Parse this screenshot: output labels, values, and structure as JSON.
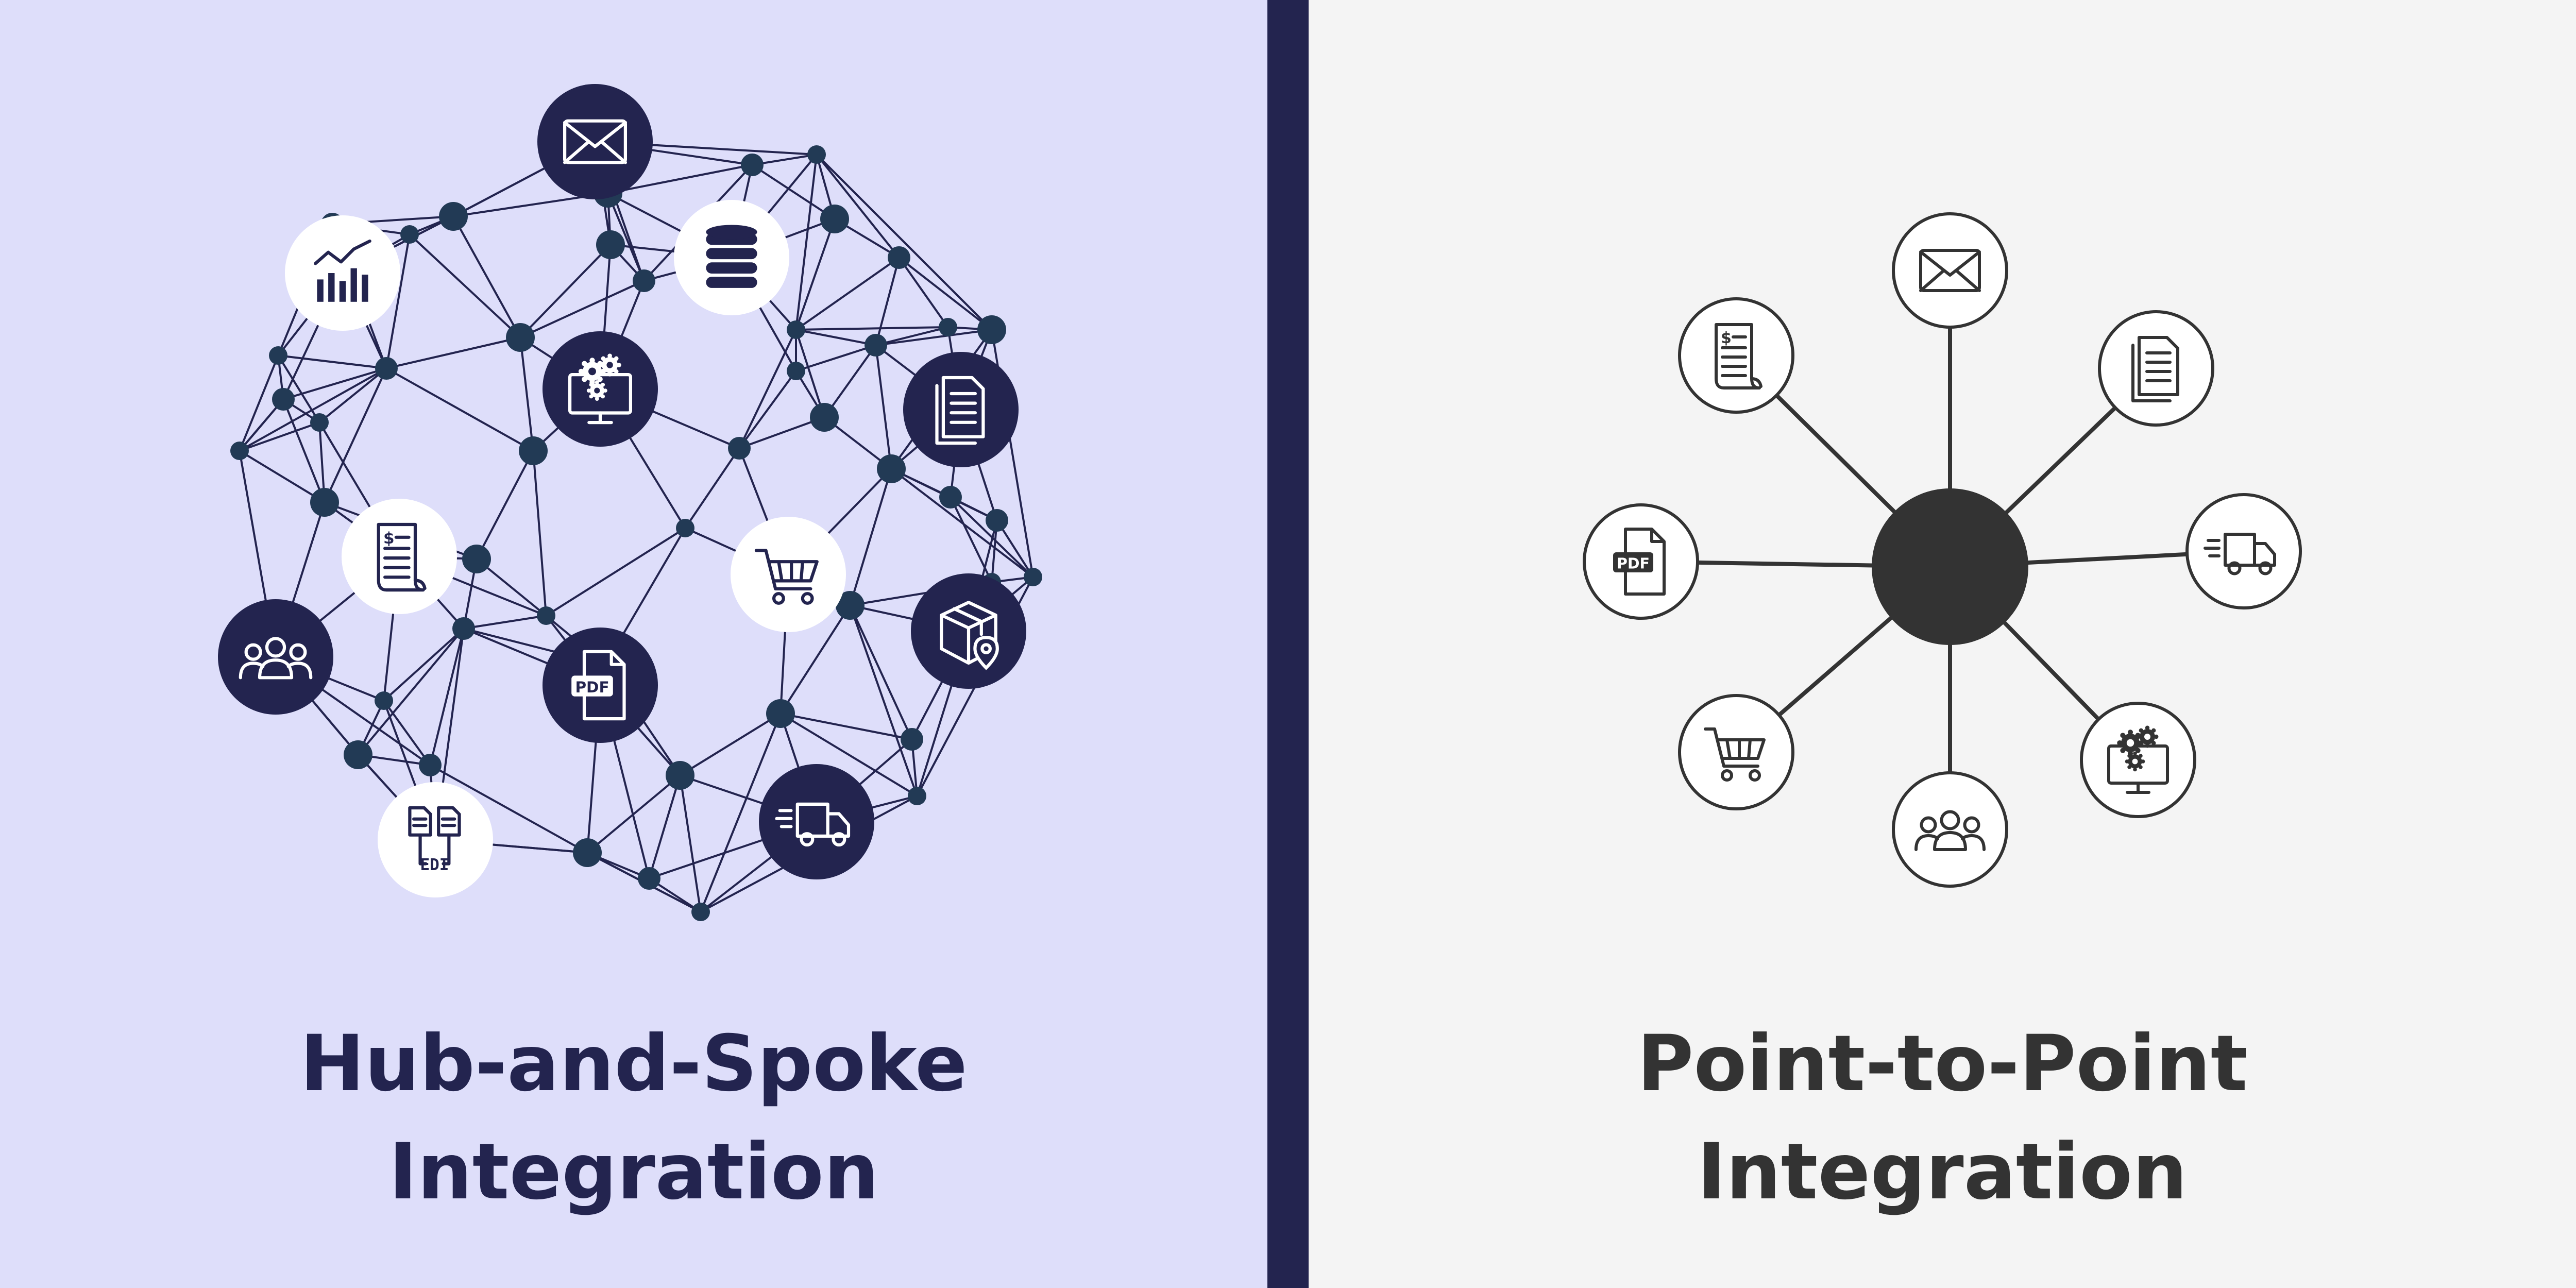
{
  "colors": {
    "left_bg": "#DEDEFA",
    "divider": "#23244F",
    "right_bg": "#F4F4F4",
    "navy": "#23244F",
    "node_dark": "#223A55",
    "charcoal": "#333333",
    "white": "#FFFFFF"
  },
  "left": {
    "title_line1": "Hub-and-Spoke",
    "title_line2": "Integration",
    "icon_edi_label": "EDI",
    "icon_pdf_label": "PDF"
  },
  "right": {
    "title_line1": "Point-to-Point",
    "title_line2": "Integration",
    "icon_pdf_label": "PDF"
  },
  "left_icons": [
    {
      "name": "envelope-icon",
      "dark": true
    },
    {
      "name": "chart-icon",
      "dark": false
    },
    {
      "name": "database-icon",
      "dark": false
    },
    {
      "name": "monitor-gears-icon",
      "dark": true
    },
    {
      "name": "document-icon",
      "dark": true
    },
    {
      "name": "invoice-icon",
      "dark": false
    },
    {
      "name": "cart-icon",
      "dark": false
    },
    {
      "name": "users-icon",
      "dark": true
    },
    {
      "name": "pdf-icon",
      "dark": true
    },
    {
      "name": "package-location-icon",
      "dark": true
    },
    {
      "name": "edi-icon",
      "dark": false
    },
    {
      "name": "truck-icon",
      "dark": true
    }
  ],
  "right_icons": [
    {
      "name": "envelope-icon"
    },
    {
      "name": "invoice-icon"
    },
    {
      "name": "document-icon"
    },
    {
      "name": "pdf-icon"
    },
    {
      "name": "truck-icon"
    },
    {
      "name": "cart-icon"
    },
    {
      "name": "monitor-gears-icon"
    },
    {
      "name": "users-icon"
    }
  ]
}
